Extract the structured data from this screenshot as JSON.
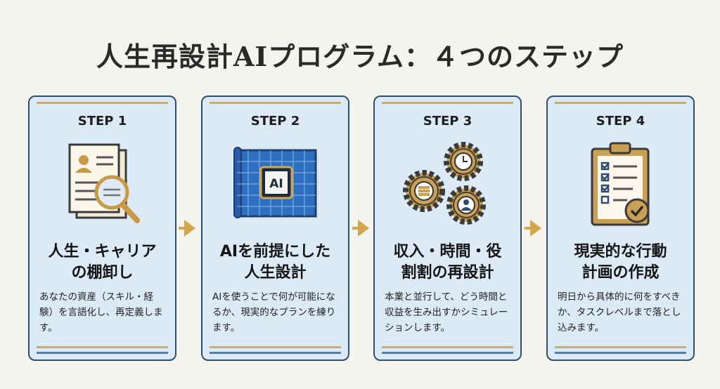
{
  "title": "人生再設計AIプログラム：４つのステップ",
  "colors": {
    "card_bg": "#dce9f7",
    "card_border": "#2f4d6e",
    "accent_gold": "#d2a64c",
    "accent_blue": "#4f7fb0"
  },
  "steps": [
    {
      "label": "STEP 1",
      "icon": "resume-magnifier-icon",
      "heading_line1": "人生・キャリア",
      "heading_line2": "の棚卸し",
      "description": "あなたの資産（スキル・経験）を言語化し、再定義します。"
    },
    {
      "label": "STEP 2",
      "icon": "ai-chip-blueprint-icon",
      "icon_text": "AI",
      "heading_line1": "AIを前提にした",
      "heading_line2": "人生設計",
      "description": "AIを使うことで何が可能になるか、現実的なプランを練ります。"
    },
    {
      "label": "STEP 3",
      "icon": "gears-icon",
      "heading_line1": "収入・時間・役",
      "heading_line2": "割割の再設計",
      "description": "本業と並行して、どう時間と収益を生み出すかシミュレーションします。"
    },
    {
      "label": "STEP 4",
      "icon": "clipboard-checklist-icon",
      "heading_line1": "現実的な行動",
      "heading_line2": "計画の作成",
      "description": "明日から具体的に何をすべきか、タスクレベルまで落とし込みます。"
    }
  ]
}
